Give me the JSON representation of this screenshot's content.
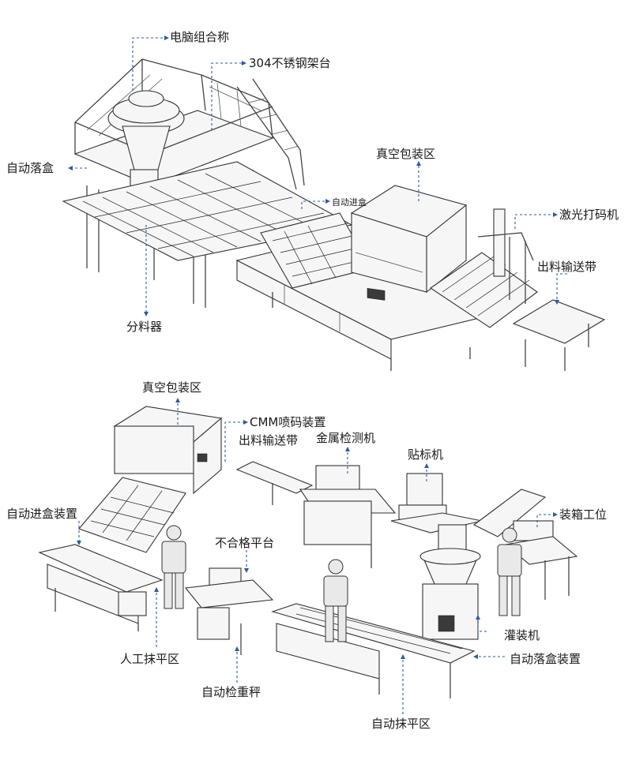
{
  "labels": {
    "computer_scale": "电脑组合称",
    "steel_platform": "304不锈钢架台",
    "auto_drop_box_top": "自动落盒",
    "vacuum_area_top": "真空包装区",
    "auto_feed_box_top": "自动进盒",
    "laser_coder": "激光打码机",
    "out_conveyor_top": "出料输送带",
    "divider": "分料器",
    "vacuum_area_bottom": "真空包装区",
    "cmm_coder": "CMM喷码装置",
    "out_conveyor_bottom": "出料输送带",
    "metal_detector": "金属检测机",
    "labeler": "贴标机",
    "auto_feed_device": "自动进盒装置",
    "boxing_station": "装箱工位",
    "reject_platform": "不合格平台",
    "filling_machine": "灌装机",
    "auto_drop_device": "自动落盒装置",
    "manual_leveling": "人工抹平区",
    "auto_checkweigher": "自动检重秤",
    "auto_leveling": "自动抹平区"
  },
  "colors": {
    "callout": "#2c5aa0",
    "line": "#333333",
    "fill": "#f6f6f6"
  }
}
